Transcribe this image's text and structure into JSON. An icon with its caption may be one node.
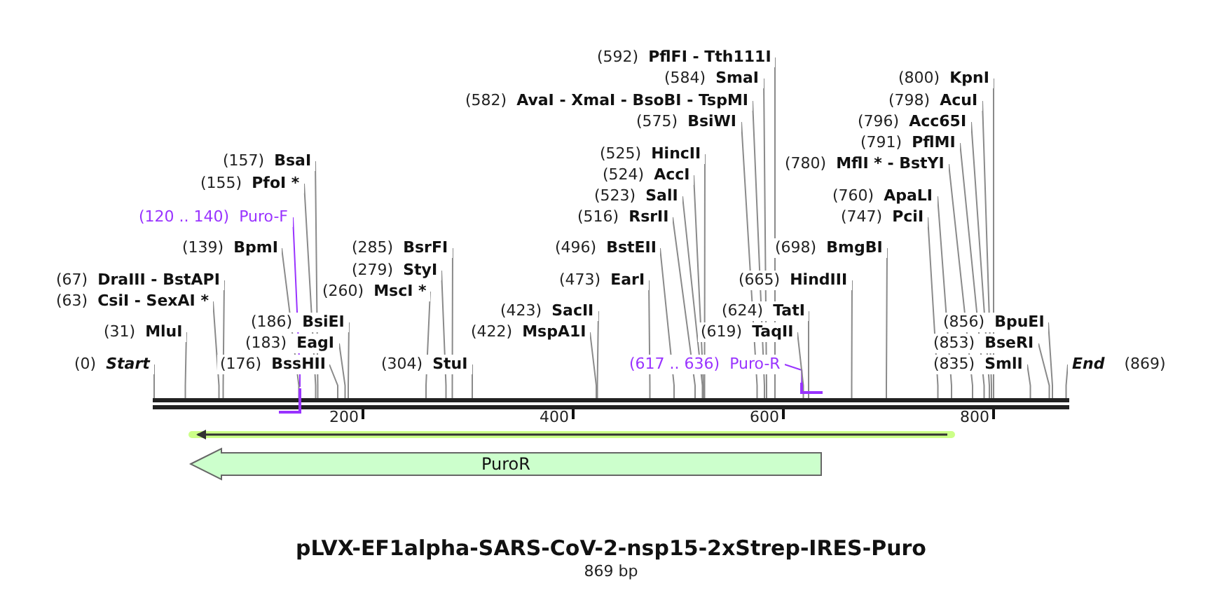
{
  "diagram": {
    "title": "pLVX-EF1alpha-SARS-CoV-2-nsp15-2xStrep-IRES-Puro",
    "caption": "869 bp",
    "nodes": [
      {
        "text": [],
        "shape": "bar"
      },
      {
        "text": [
          "(0)",
          "Start"
        ]
      },
      {
        "text": [
          "(31)",
          "MluI"
        ]
      },
      {
        "text": [
          "(63)",
          "CsiI - SexAI *"
        ]
      },
      {
        "text": [
          "(67)",
          "DraIII - BstAPI"
        ]
      },
      {
        "text": [
          "(120 .. 140)",
          "Puro-F"
        ]
      },
      {
        "text": [],
        "shape": "bar"
      },
      {
        "text": [
          "(139)",
          "BpmI"
        ]
      },
      {
        "text": [
          "(155)",
          "PfoI *"
        ]
      },
      {
        "text": [
          "(157)",
          "BsaI"
        ]
      },
      {
        "text": [
          "(176)",
          "BssHII"
        ]
      },
      {
        "text": [
          "(183)",
          "EagI"
        ]
      },
      {
        "text": [
          "(186)",
          "BsiEI"
        ]
      },
      {
        "text": [
          "(260)",
          "MscI *"
        ]
      },
      {
        "text": [
          "(279)",
          "StyI"
        ]
      },
      {
        "text": [
          "(285)",
          "BsrFI"
        ]
      },
      {
        "text": [
          "(304)",
          "StuI"
        ]
      },
      {
        "text": [
          "(422)",
          "MspA1I"
        ]
      },
      {
        "text": [
          "(423)",
          "SacII"
        ]
      },
      {
        "text": [
          "(473)",
          "EarI"
        ]
      },
      {
        "text": [
          "(496)",
          "BstEII"
        ]
      },
      {
        "text": [
          "(516)",
          "RsrII"
        ]
      },
      {
        "text": [
          "(523)",
          "SalI"
        ]
      },
      {
        "text": [
          "(524)",
          "AccI"
        ]
      },
      {
        "text": [
          "(525)",
          "HincII"
        ]
      },
      {
        "text": [
          "(575)",
          "BsiWI"
        ]
      },
      {
        "text": [
          "(582)",
          "AvaI - XmaI - BsoBI - TspMI"
        ]
      },
      {
        "text": [
          "(584)",
          "SmaI"
        ]
      },
      {
        "text": [
          "(592)",
          "PflFI - Tth111I"
        ]
      },
      {
        "text": [
          "(617 .. 636)",
          "Puro-R"
        ]
      },
      {
        "text": [],
        "shape": "bar"
      },
      {
        "text": [
          "(619)",
          "TaqII"
        ]
      },
      {
        "text": [
          "(624)",
          "TatI"
        ]
      },
      {
        "text": [
          "(665)",
          "HindIII"
        ]
      },
      {
        "text": [
          "(698)",
          "BmgBI"
        ]
      },
      {
        "text": [
          "(747)",
          "PciI"
        ]
      },
      {
        "text": [
          "(760)",
          "ApaLI"
        ]
      },
      {
        "text": [
          "(780)",
          "MflI * - BstYI"
        ]
      },
      {
        "text": [
          "(791)",
          "PflMI"
        ]
      },
      {
        "text": [
          "(796)",
          "Acc65I"
        ]
      },
      {
        "text": [
          "(798)",
          "AcuI"
        ]
      },
      {
        "text": [
          "(800)",
          "KpnI"
        ]
      },
      {
        "text": [
          "(835)",
          "SmlI"
        ]
      },
      {
        "text": [
          "(853)",
          "BseRI"
        ]
      },
      {
        "text": [
          "(856)",
          "BpuEI"
        ]
      },
      {
        "text": [
          "End",
          "(869)"
        ]
      },
      {
        "text": [
          "PuroR"
        ]
      }
    ],
    "edges": [
      {
        "from": 1,
        "to": 0,
        "arrow": "none"
      },
      {
        "from": 2,
        "to": 0,
        "arrow": "none"
      },
      {
        "from": 3,
        "to": 0,
        "arrow": "none"
      },
      {
        "from": 4,
        "to": 0,
        "arrow": "none"
      },
      {
        "from": 5,
        "to": 6,
        "arrow": "none",
        "color": "#9933ff"
      },
      {
        "from": 7,
        "to": 0,
        "arrow": "none"
      },
      {
        "from": 8,
        "to": 0,
        "arrow": "none"
      },
      {
        "from": 9,
        "to": 0,
        "arrow": "none"
      },
      {
        "from": 10,
        "to": 0,
        "arrow": "none"
      },
      {
        "from": 11,
        "to": 0,
        "arrow": "none"
      },
      {
        "from": 12,
        "to": 0,
        "arrow": "none"
      },
      {
        "from": 13,
        "to": 0,
        "arrow": "none"
      },
      {
        "from": 14,
        "to": 0,
        "arrow": "none"
      },
      {
        "from": 15,
        "to": 0,
        "arrow": "none"
      },
      {
        "from": 16,
        "to": 0,
        "arrow": "none"
      },
      {
        "from": 17,
        "to": 0,
        "arrow": "none"
      },
      {
        "from": 18,
        "to": 0,
        "arrow": "none"
      },
      {
        "from": 19,
        "to": 0,
        "arrow": "none"
      },
      {
        "from": 20,
        "to": 0,
        "arrow": "none"
      },
      {
        "from": 21,
        "to": 0,
        "arrow": "none"
      },
      {
        "from": 22,
        "to": 0,
        "arrow": "none"
      },
      {
        "from": 23,
        "to": 0,
        "arrow": "none"
      },
      {
        "from": 24,
        "to": 0,
        "arrow": "none"
      },
      {
        "from": 25,
        "to": 0,
        "arrow": "none"
      },
      {
        "from": 26,
        "to": 0,
        "arrow": "none"
      },
      {
        "from": 27,
        "to": 0,
        "arrow": "none"
      },
      {
        "from": 28,
        "to": 0,
        "arrow": "none"
      },
      {
        "from": 29,
        "to": 30,
        "arrow": "none",
        "color": "#9933ff"
      },
      {
        "from": 31,
        "to": 0,
        "arrow": "none"
      },
      {
        "from": 32,
        "to": 0,
        "arrow": "none"
      },
      {
        "from": 33,
        "to": 0,
        "arrow": "none"
      },
      {
        "from": 34,
        "to": 0,
        "arrow": "none"
      },
      {
        "from": 35,
        "to": 0,
        "arrow": "none"
      },
      {
        "from": 36,
        "to": 0,
        "arrow": "none"
      },
      {
        "from": 37,
        "to": 0,
        "arrow": "none"
      },
      {
        "from": 38,
        "to": 0,
        "arrow": "none"
      },
      {
        "from": 39,
        "to": 0,
        "arrow": "none"
      },
      {
        "from": 40,
        "to": 0,
        "arrow": "none"
      },
      {
        "from": 41,
        "to": 0,
        "arrow": "none"
      },
      {
        "from": 42,
        "to": 0,
        "arrow": "none"
      },
      {
        "from": 43,
        "to": 0,
        "arrow": "none"
      },
      {
        "from": 44,
        "to": 0,
        "arrow": "none"
      },
      {
        "from": 45,
        "to": 0,
        "arrow": "none"
      }
    ],
    "labels": [
      "200",
      "400",
      "600",
      "800"
    ]
  }
}
